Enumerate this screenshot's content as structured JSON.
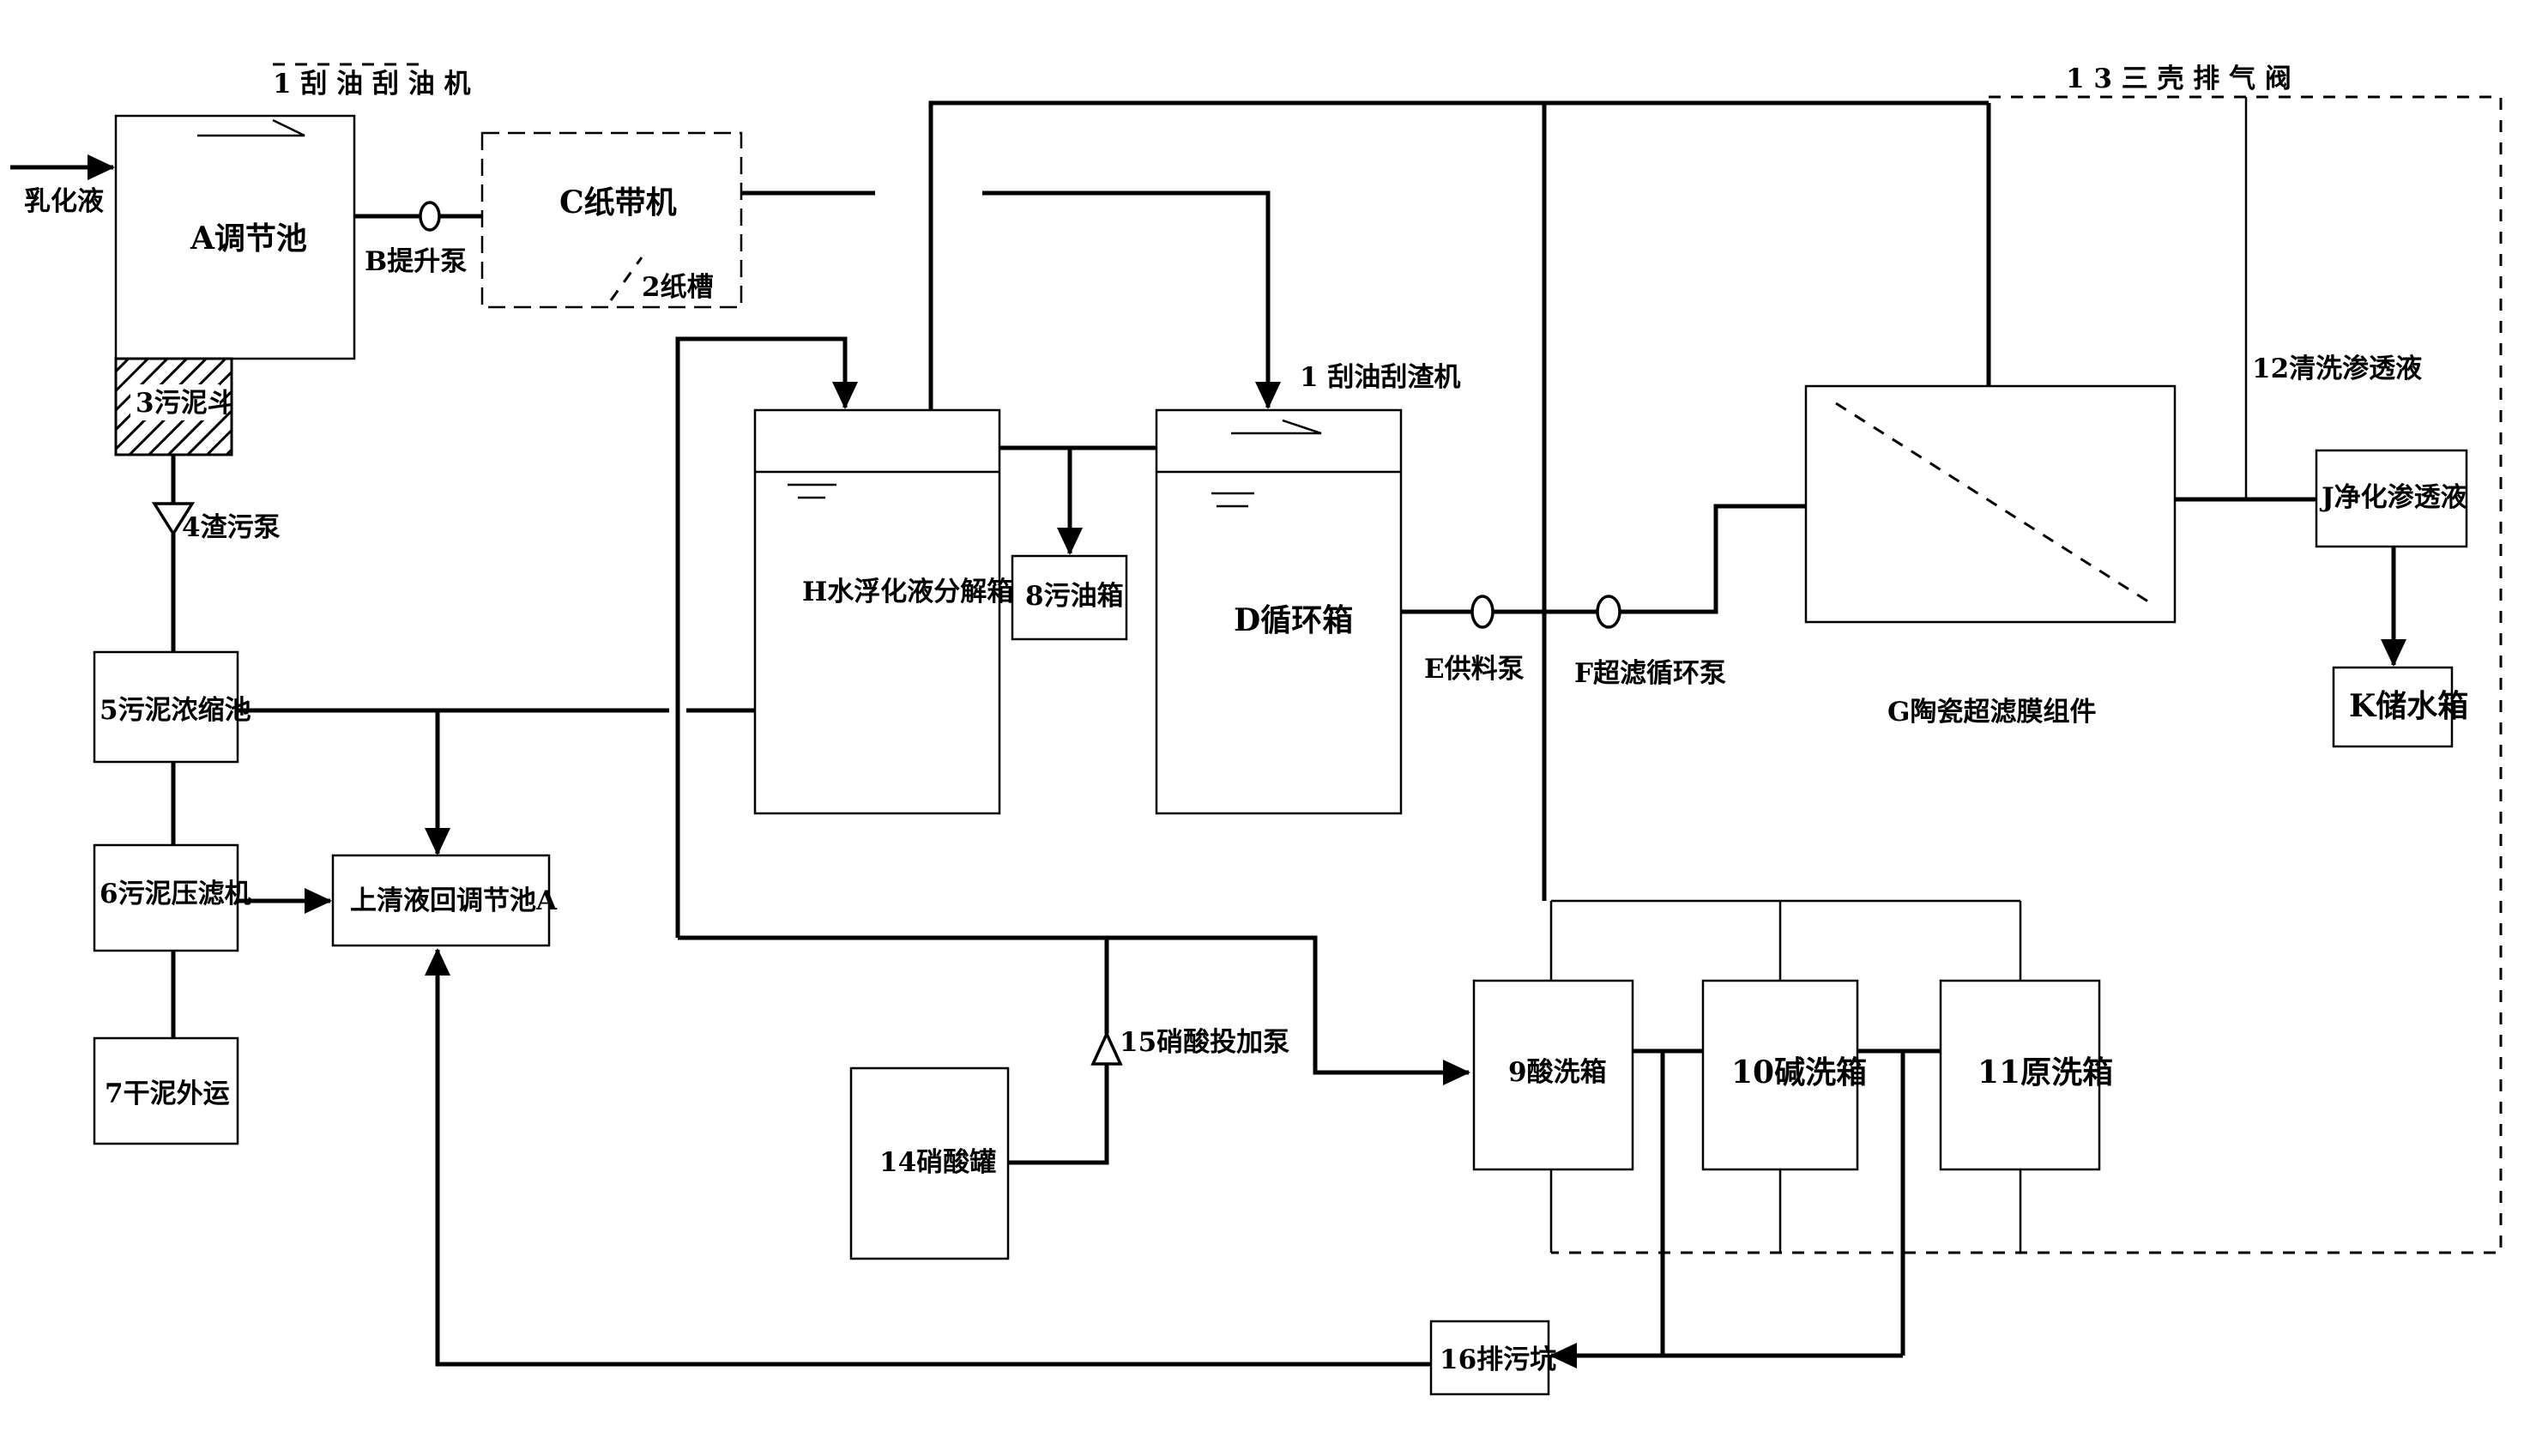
{
  "labels": {
    "inlet": "乳化液",
    "skimmer_top": "1 刮 油 刮 油 机",
    "adjust_tank": "A调节池",
    "lift_pump": "B提升泵",
    "paper_filter": "C纸带机",
    "paper_tank": "2纸槽",
    "sludge_hopper": "3污泥斗",
    "sludge_pump": "4渣污泵",
    "sludge_thicken": "5污泥浓缩池",
    "sludge_press": "6污泥压滤机",
    "dry_sludge": "7干泥外运",
    "supernatant": "上清液回调节池A",
    "decomp_tank": "H水浮化液分解箱",
    "waste_oil": "8污油箱",
    "skimmer_d": "1 刮油刮渣机",
    "circ_tank": "D循环箱",
    "feed_pump": "E供料泵",
    "uf_pump": "F超滤循环泵",
    "membrane": "G陶瓷超滤膜组件",
    "vent": "1 3 三 壳 排 气 阀",
    "clean_perm": "12清洗渗透液",
    "purified_perm": "J净化渗透液",
    "storage": "K储水箱",
    "acid_wash": "9酸洗箱",
    "alkali_wash": "10碱洗箱",
    "water_wash": "11原洗箱",
    "nitric_tank": "14硝酸罐",
    "nitric_pump": "15硝酸投加泵",
    "drain": "16排污坑"
  }
}
